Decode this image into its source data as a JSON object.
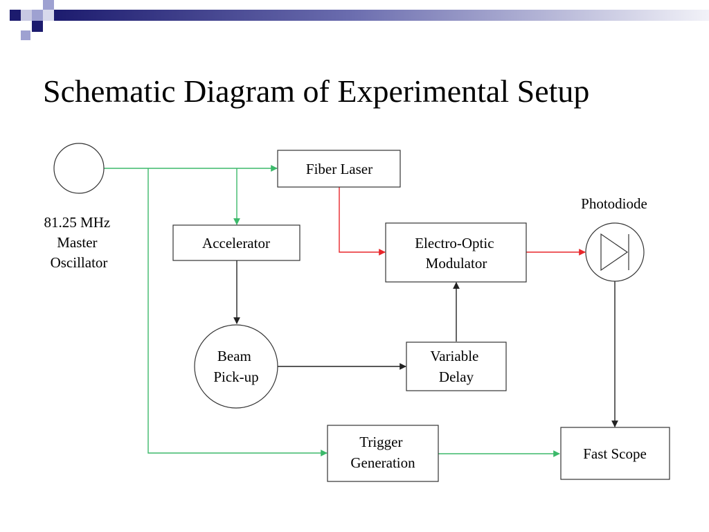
{
  "slide": {
    "title": "Schematic Diagram of Experimental Setup"
  },
  "theme": {
    "deco_dark": "#1c1b6e",
    "deco_light": "#9ea1d1",
    "signal_green": "#3cb96a",
    "laser_red": "#e8262a",
    "line_black": "#222222"
  },
  "diagram": {
    "nodes": {
      "oscillator": {
        "lines": [
          "81.25 MHz",
          "Master",
          "Oscillator"
        ],
        "shape": "circle"
      },
      "fiber_laser": {
        "lines": [
          "Fiber Laser"
        ],
        "shape": "box"
      },
      "accelerator": {
        "lines": [
          "Accelerator"
        ],
        "shape": "box"
      },
      "eom": {
        "lines": [
          "Electro-Optic",
          "Modulator"
        ],
        "shape": "box"
      },
      "photodiode": {
        "lines": [
          "Photodiode"
        ],
        "shape": "circle"
      },
      "beam_pickup": {
        "lines": [
          "Beam",
          "Pick-up"
        ],
        "shape": "circle"
      },
      "variable_delay": {
        "lines": [
          "Variable",
          "Delay"
        ],
        "shape": "box"
      },
      "trigger": {
        "lines": [
          "Trigger",
          "Generation"
        ],
        "shape": "box"
      },
      "fast_scope": {
        "lines": [
          "Fast Scope"
        ],
        "shape": "box"
      }
    },
    "edges": [
      {
        "from": "oscillator",
        "to": "fiber_laser",
        "color": "green"
      },
      {
        "from": "oscillator",
        "to": "accelerator",
        "color": "green"
      },
      {
        "from": "oscillator",
        "to": "trigger",
        "color": "green"
      },
      {
        "from": "fiber_laser",
        "to": "eom",
        "color": "red"
      },
      {
        "from": "eom",
        "to": "photodiode",
        "color": "red"
      },
      {
        "from": "accelerator",
        "to": "beam_pickup",
        "color": "black"
      },
      {
        "from": "beam_pickup",
        "to": "variable_delay",
        "color": "black"
      },
      {
        "from": "variable_delay",
        "to": "eom",
        "color": "black"
      },
      {
        "from": "photodiode",
        "to": "fast_scope",
        "color": "black"
      },
      {
        "from": "trigger",
        "to": "fast_scope",
        "color": "green"
      }
    ]
  }
}
